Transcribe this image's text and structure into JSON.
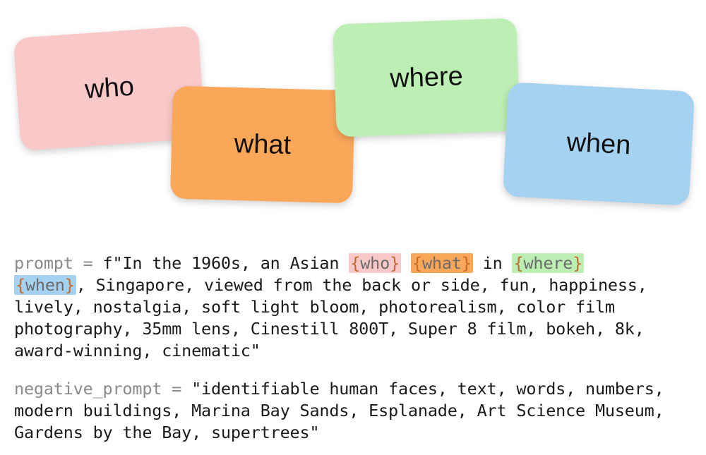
{
  "cards": [
    {
      "label": "who",
      "color": "#f9c8c8"
    },
    {
      "label": "what",
      "color": "#fba75a"
    },
    {
      "label": "where",
      "color": "#bdeeb4"
    },
    {
      "label": "when",
      "color": "#a6d2f2"
    }
  ],
  "prompt": {
    "keyword": "prompt = ",
    "prefix": "f\"In the 1960s, an Asian ",
    "ph_who": "who",
    "ph_what": "what",
    "in_text": " in ",
    "ph_where": "where",
    "ph_when": "when",
    "rest": ", Singapore, viewed from the back or side, fun, happiness, lively, nostalgia, soft light bloom, photorealism, color film photography, 35mm lens, Cinestill 800T, Super 8 film, bokeh, 8k, award-winning, cinematic\""
  },
  "negative_prompt": {
    "keyword": "negative_prompt = ",
    "text": "\"identifiable human faces, text, words, numbers, modern buildings, Marina Bay Sands, Esplanade, Art Science Museum, Gardens by the Bay, supertrees\""
  },
  "brace_open": "{",
  "brace_close": "}",
  "colors": {
    "who": "#f9c8c8",
    "what": "#fba75a",
    "where": "#bdeeb4",
    "when": "#a6d2f2"
  }
}
